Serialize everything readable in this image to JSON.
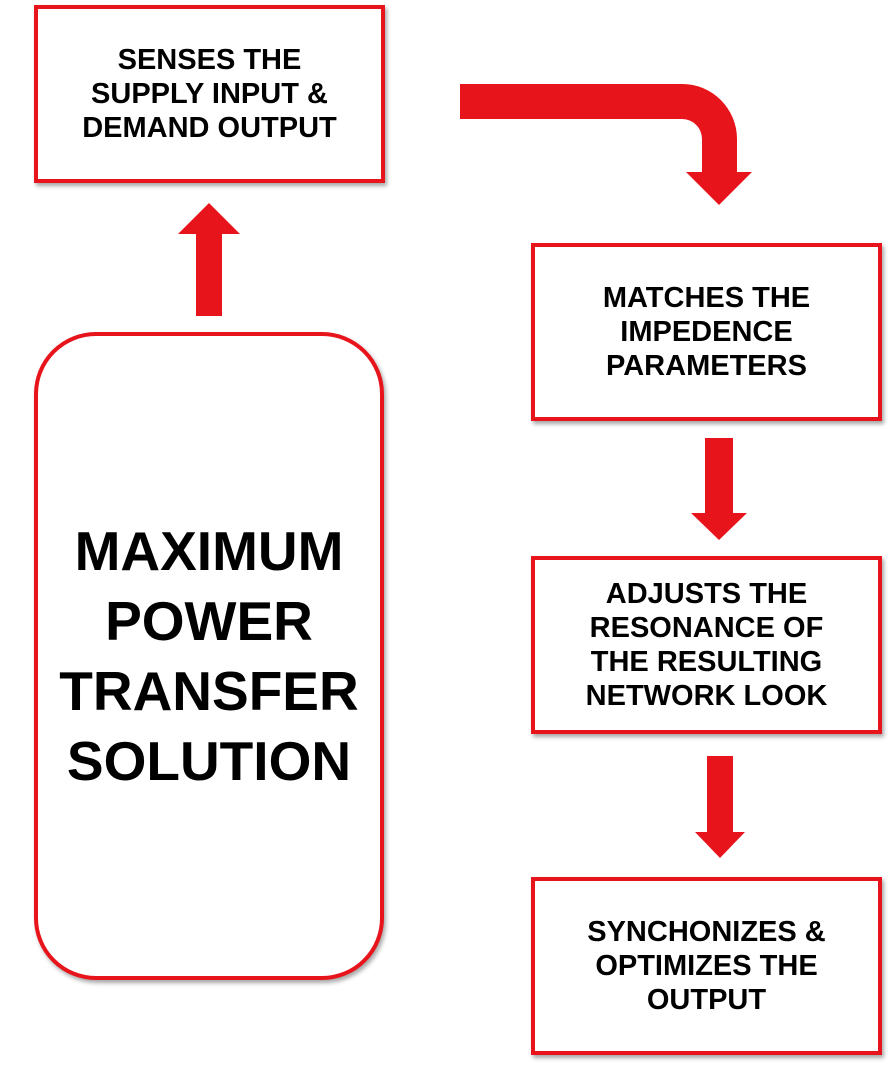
{
  "colors": {
    "accent": "#e8141c",
    "text": "#000000",
    "background": "#ffffff"
  },
  "diagram": {
    "main_box": {
      "text": "MAXIMUM\nPOWER\nTRANSFER\nSOLUTION"
    },
    "steps": [
      {
        "id": "senses",
        "text": "SENSES THE\nSUPPLY INPUT &\nDEMAND OUTPUT"
      },
      {
        "id": "matches",
        "text": "MATCHES THE\nIMPEDENCE\nPARAMETERS"
      },
      {
        "id": "adjusts",
        "text": "ADJUSTS THE\nRESONANCE OF\nTHE RESULTING\nNETWORK LOOK"
      },
      {
        "id": "synchronizes",
        "text": "SYNCHONIZES &\nOPTIMIZES THE\nOUTPUT"
      }
    ],
    "edges": [
      {
        "from": "main",
        "to": "senses"
      },
      {
        "from": "senses",
        "to": "matches"
      },
      {
        "from": "matches",
        "to": "adjusts"
      },
      {
        "from": "adjusts",
        "to": "synchronizes"
      }
    ]
  }
}
